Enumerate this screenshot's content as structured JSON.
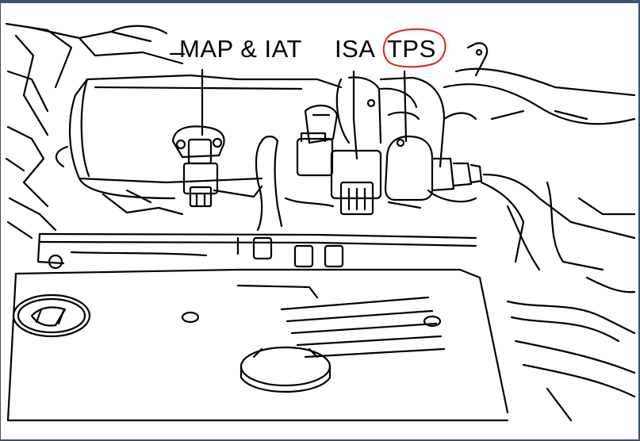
{
  "labels": {
    "map_iat": "MAP & IAT",
    "isa": "ISA",
    "tps": "TPS"
  },
  "colors": {
    "ink": "#000000",
    "highlight": "#e0201c",
    "frame": "#3d5475"
  }
}
